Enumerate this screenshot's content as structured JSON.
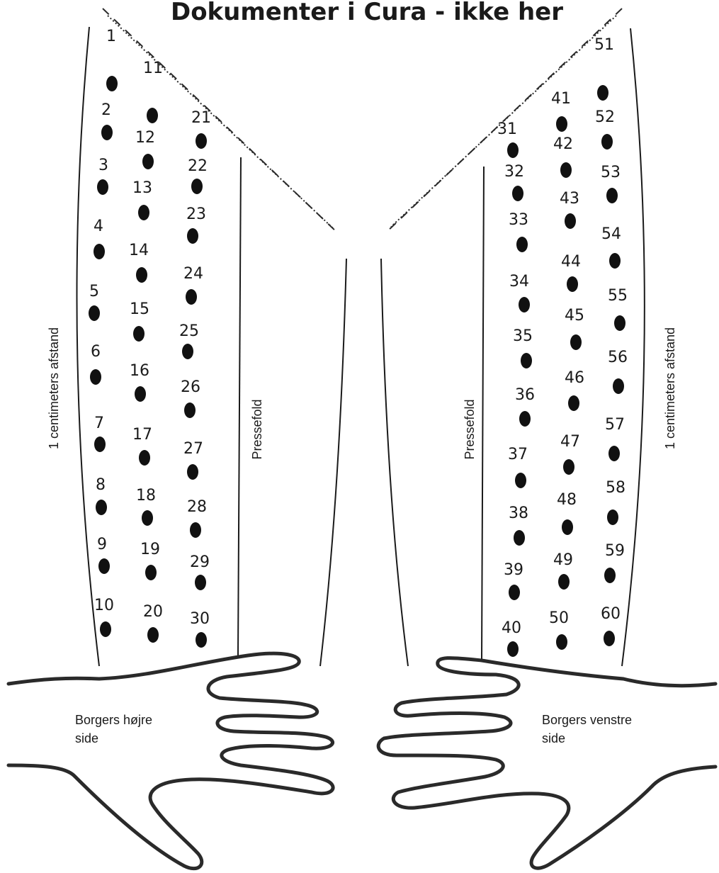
{
  "title": "Dokumenter i Cura  - ikke her",
  "left_distance_label": "1 centimeters afstand",
  "right_distance_label": "1 centimeters afstand",
  "left_fold_label": "Pressefold",
  "right_fold_label": "Pressefold",
  "left_side_label": [
    "Borgers højre",
    "side"
  ],
  "right_side_label": [
    "Borgers venstre",
    "side"
  ],
  "sites": [
    {
      "n": "1"
    },
    {
      "n": "2"
    },
    {
      "n": "3"
    },
    {
      "n": "4"
    },
    {
      "n": "5"
    },
    {
      "n": "6"
    },
    {
      "n": "7"
    },
    {
      "n": "8"
    },
    {
      "n": "9"
    },
    {
      "n": "10"
    },
    {
      "n": "11"
    },
    {
      "n": "12"
    },
    {
      "n": "13"
    },
    {
      "n": "14"
    },
    {
      "n": "15"
    },
    {
      "n": "16"
    },
    {
      "n": "17"
    },
    {
      "n": "18"
    },
    {
      "n": "19"
    },
    {
      "n": "20"
    },
    {
      "n": "21"
    },
    {
      "n": "22"
    },
    {
      "n": "23"
    },
    {
      "n": "24"
    },
    {
      "n": "25"
    },
    {
      "n": "26"
    },
    {
      "n": "27"
    },
    {
      "n": "28"
    },
    {
      "n": "29"
    },
    {
      "n": "30"
    },
    {
      "n": "31"
    },
    {
      "n": "32"
    },
    {
      "n": "33"
    },
    {
      "n": "34"
    },
    {
      "n": "35"
    },
    {
      "n": "36"
    },
    {
      "n": "37"
    },
    {
      "n": "38"
    },
    {
      "n": "39"
    },
    {
      "n": "40"
    },
    {
      "n": "41"
    },
    {
      "n": "42"
    },
    {
      "n": "43"
    },
    {
      "n": "44"
    },
    {
      "n": "45"
    },
    {
      "n": "46"
    },
    {
      "n": "47"
    },
    {
      "n": "48"
    },
    {
      "n": "49"
    },
    {
      "n": "50"
    },
    {
      "n": "51"
    },
    {
      "n": "52"
    },
    {
      "n": "53"
    },
    {
      "n": "54"
    },
    {
      "n": "55"
    },
    {
      "n": "56"
    },
    {
      "n": "57"
    },
    {
      "n": "58"
    },
    {
      "n": "59"
    },
    {
      "n": "60"
    }
  ]
}
